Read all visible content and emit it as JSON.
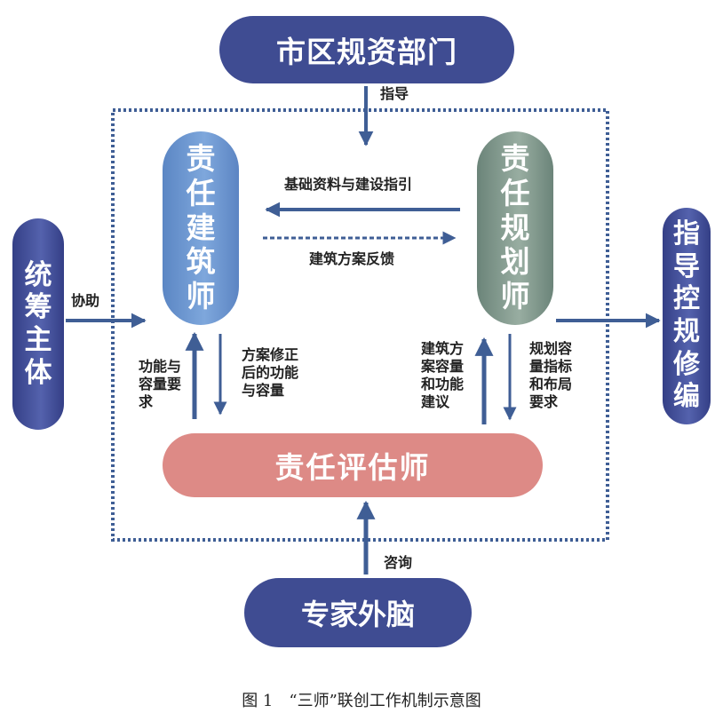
{
  "nodes": {
    "city_dept": "市区规资部门",
    "expert": "专家外脑",
    "assessor": "责任评估师",
    "architect": [
      "责",
      "任",
      "建",
      "筑",
      "师"
    ],
    "planner": [
      "责",
      "任",
      "规",
      "划",
      "师"
    ],
    "coordinator": [
      "统",
      "筹",
      "主",
      "体"
    ],
    "regulation": [
      "指",
      "导",
      "控",
      "规",
      "修",
      "编"
    ]
  },
  "labels": {
    "guide": "指导",
    "basic_data": "基础资料与建设指引",
    "scheme_feedback": "建筑方案反馈",
    "assist": "协助",
    "function_req": "功能与\n容量要\n求",
    "revised": "方案修正\n后的功能\n与容量",
    "capacity_suggest": "建筑方\n案容量\n和功能\n建议",
    "planning_req": "规划容\n量指标\n和布局\n要求",
    "consult": "咨询"
  },
  "caption": "图 1　“三师”联创工作机制示意图",
  "colors": {
    "dark_blue": "#3f4c92",
    "architect_blue": "#6f97d2",
    "planner_green": "#879d91",
    "assessor_pink": "#dd8a86",
    "arrow": "#3f5e95",
    "dotted_border": "#3f5e95"
  }
}
